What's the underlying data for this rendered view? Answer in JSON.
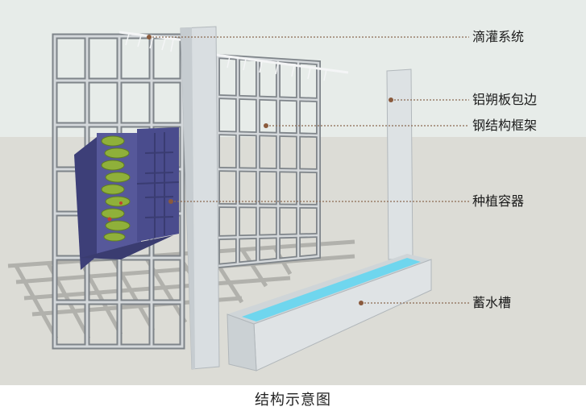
{
  "callouts": [
    {
      "label": "滴灌系统"
    },
    {
      "label": "铝朔板包边"
    },
    {
      "label": "钢结构框架"
    },
    {
      "label": "种植容器"
    },
    {
      "label": "蓄水槽"
    }
  ],
  "caption": "结构示意图",
  "colors": {
    "sky": "#e6ebe8",
    "ground": "#dcdcd7",
    "steel": "#cfd3d6",
    "steel_edge": "#7d8389",
    "container": "#56589a",
    "container_dark": "#3d3f78",
    "plants": "#8fb03a",
    "concrete": "#dfe3e6",
    "water": "#6fd6ee",
    "leader_dot": "#8a5a3c"
  }
}
